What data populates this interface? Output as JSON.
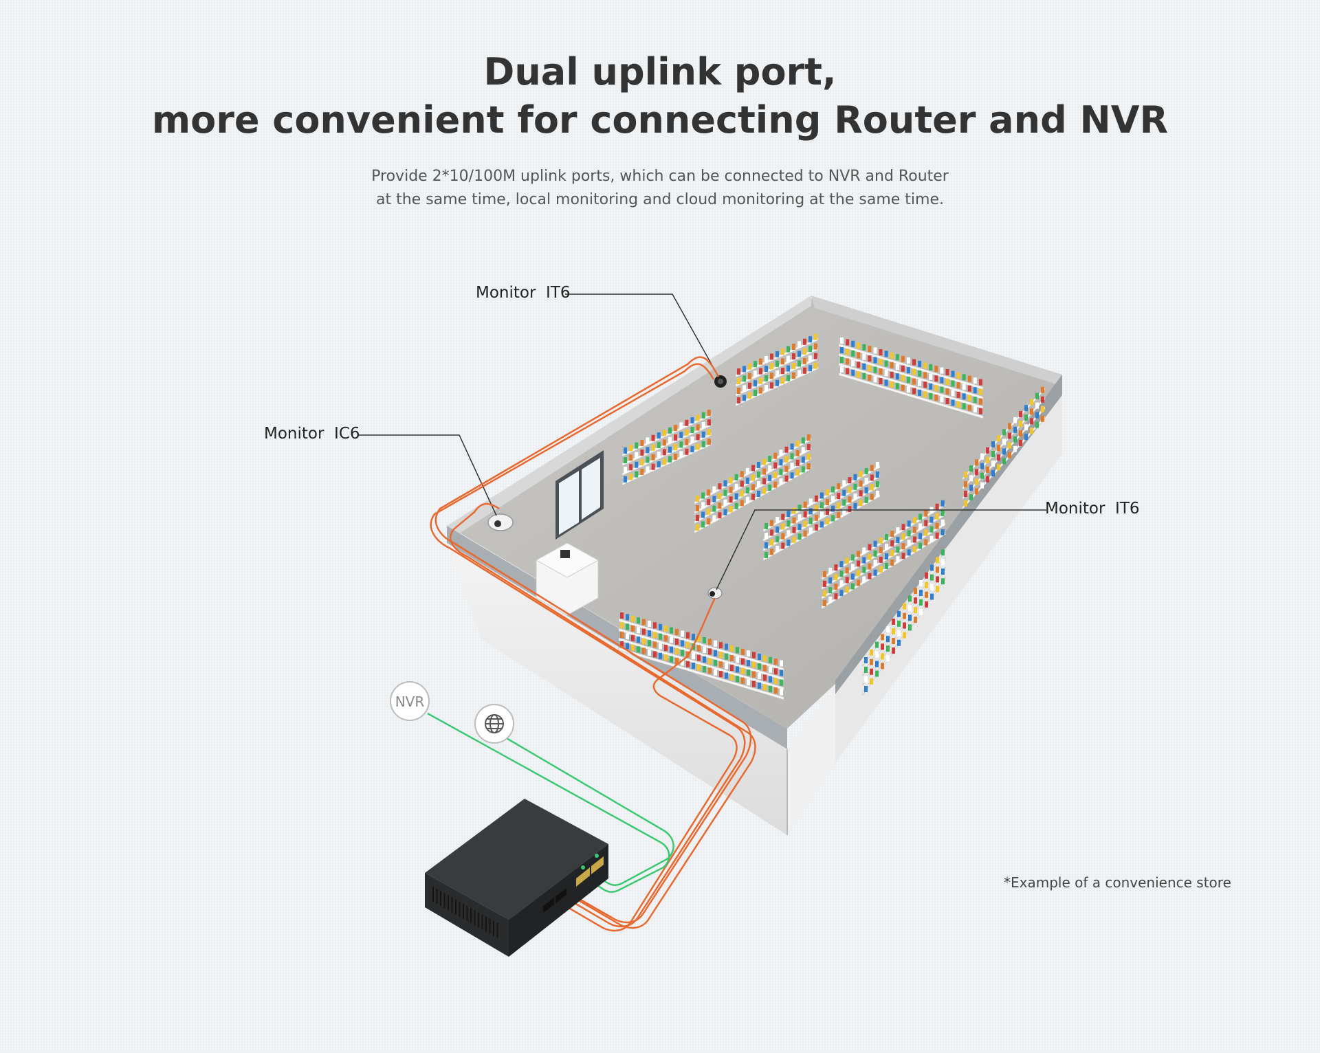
{
  "title": {
    "line1": "Dual uplink port,",
    "line2": "more convenient for connecting Router and NVR"
  },
  "subtitle": {
    "line1": "Provide 2*10/100M uplink ports, which can be connected to NVR and Router",
    "line2": "at the same time, local monitoring and cloud monitoring at the same time."
  },
  "labels": {
    "camera_top": "Monitor  IT6",
    "camera_left": "Monitor  IC6",
    "camera_right": "Monitor  IT6"
  },
  "devices": {
    "nvr": "NVR",
    "router_icon": "globe-icon"
  },
  "footnote": "*Example of a convenience store",
  "colors": {
    "poe_cable": "#e8692f",
    "uplink_cable": "#3cc873",
    "switch_body": "#2f3031"
  }
}
